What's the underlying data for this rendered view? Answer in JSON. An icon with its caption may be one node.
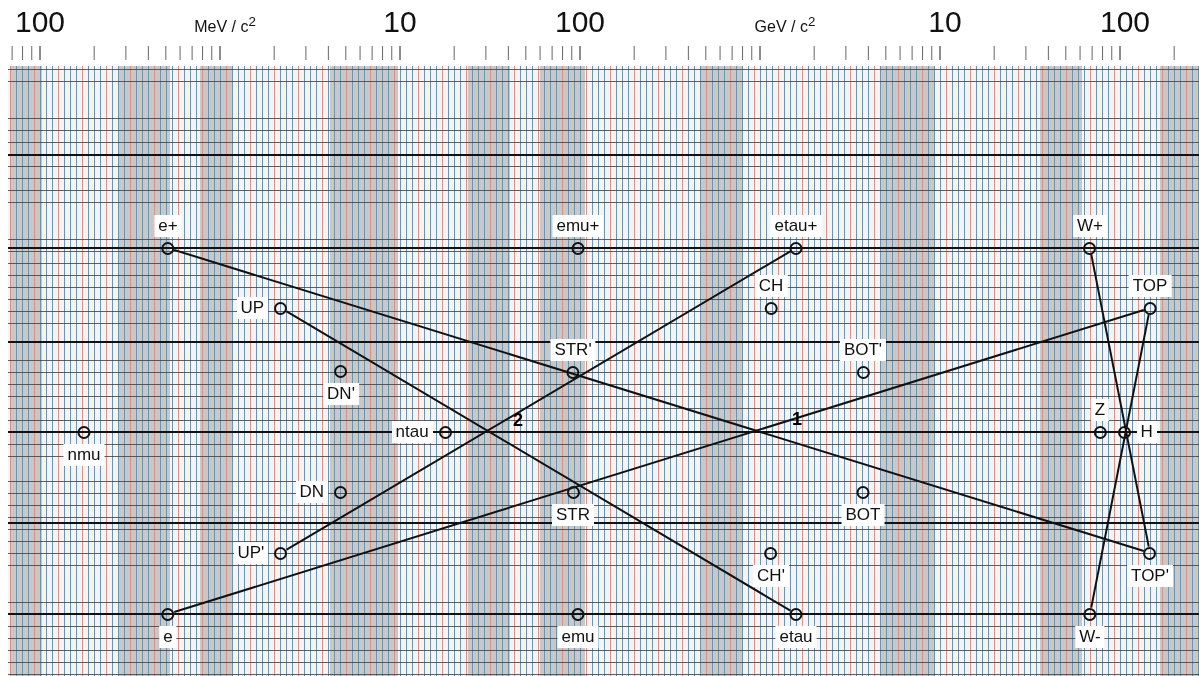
{
  "diagram": {
    "nodes": [
      {
        "text": [
          "e+"
        ]
      },
      {
        "text": [
          "emu+"
        ]
      },
      {
        "text": [
          "etau+"
        ]
      },
      {
        "text": [
          "W+"
        ]
      },
      {
        "text": [
          "UP"
        ]
      },
      {
        "text": [
          "CH"
        ]
      },
      {
        "text": [
          "TOP"
        ]
      },
      {
        "text": [
          "DN'"
        ]
      },
      {
        "text": [
          "STR'"
        ]
      },
      {
        "text": [
          "BOT'"
        ]
      },
      {
        "text": [
          "nmu"
        ]
      },
      {
        "text": [
          "ntau"
        ]
      },
      {
        "text": [
          "Z"
        ]
      },
      {
        "text": [
          "H"
        ]
      },
      {
        "text": [
          "DN"
        ]
      },
      {
        "text": [
          "STR"
        ]
      },
      {
        "text": [
          "BOT"
        ]
      },
      {
        "text": [
          "UP'"
        ]
      },
      {
        "text": [
          "CH'"
        ]
      },
      {
        "text": [
          "TOP'"
        ]
      },
      {
        "text": [
          "e"
        ]
      },
      {
        "text": [
          "emu"
        ]
      },
      {
        "text": [
          "etau"
        ]
      },
      {
        "text": [
          "W-"
        ]
      }
    ],
    "edges": [
      {
        "from": 0,
        "to": 19,
        "arrow": "none"
      },
      {
        "from": 4,
        "to": 22,
        "arrow": "none"
      },
      {
        "from": 2,
        "to": 17,
        "arrow": "none"
      },
      {
        "from": 20,
        "to": 6,
        "arrow": "none"
      },
      {
        "from": 3,
        "to": 19,
        "arrow": "none"
      },
      {
        "from": 23,
        "to": 6,
        "arrow": "none"
      }
    ],
    "labels": [
      "100",
      "MeV / c$^{2}$",
      "10",
      "100",
      "GeV / c$^{2}$",
      "10",
      "100",
      "2",
      "1"
    ]
  }
}
